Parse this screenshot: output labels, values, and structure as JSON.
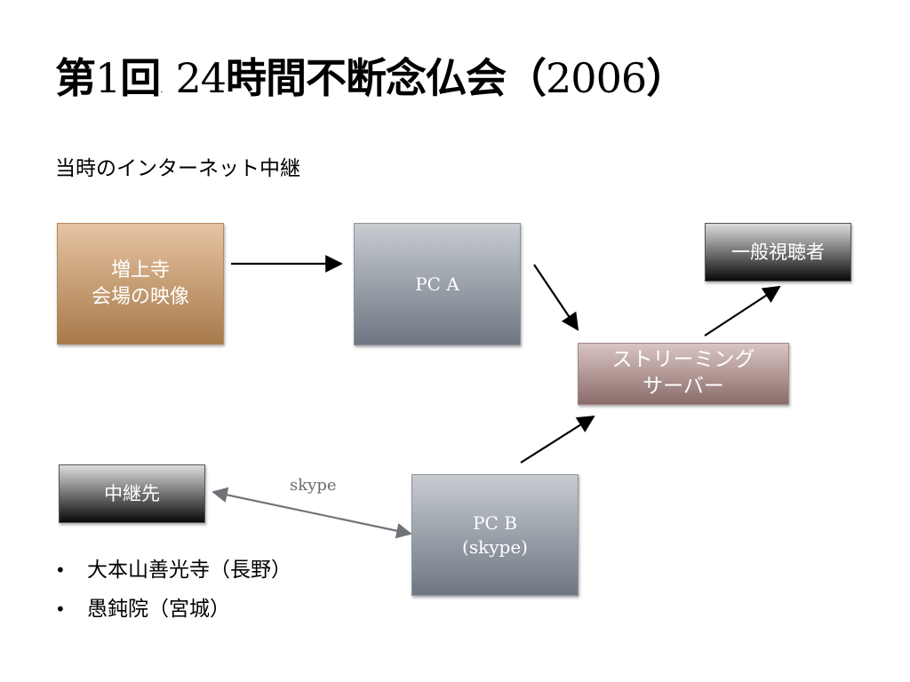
{
  "slide": {
    "title_prefix": "第",
    "title_num": "1",
    "title_mid": "回",
    "title_marker": ".",
    "title_num2": "24",
    "title_main": "時間不断念仏会（",
    "title_year": "2006",
    "title_suffix": "）",
    "subtitle": "当時のインターネット中継"
  },
  "nodes": {
    "venue": "増上寺\n会場の映像",
    "pc_a": "PC  A",
    "server": "ストリーミング\nサーバー",
    "viewer": "一般視聴者",
    "relay": "中継先",
    "pc_b": "PC  B\n(skype)"
  },
  "edges": {
    "skype_label": "skype"
  },
  "bullets": [
    "大本山善光寺（長野）",
    "愚鈍院（宮城）"
  ],
  "colors": {
    "arrow": "#000000",
    "skype_arrow": "#6f7378"
  }
}
